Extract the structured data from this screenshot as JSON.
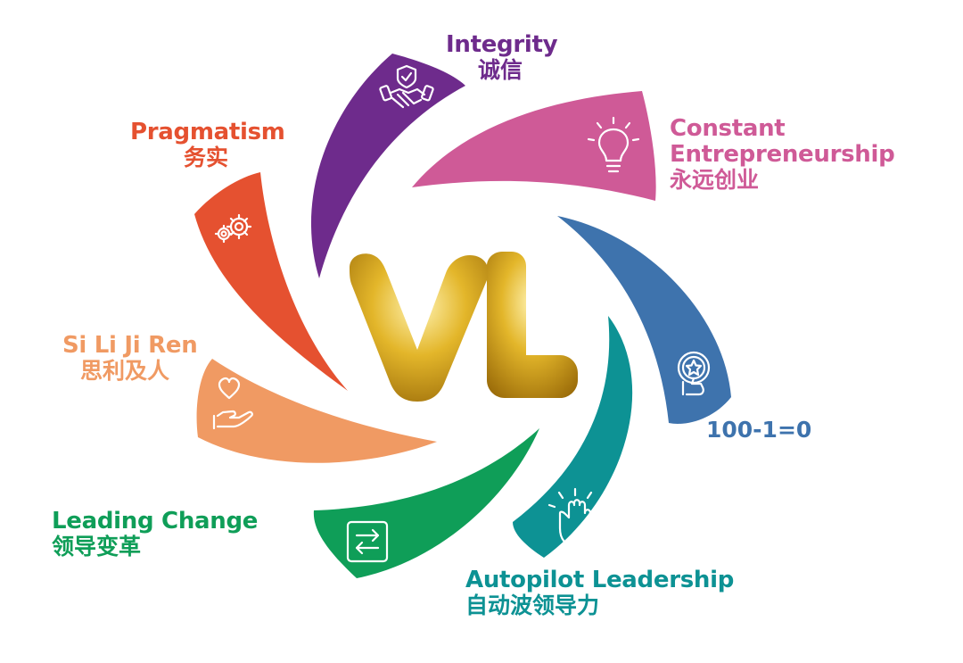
{
  "center": {
    "text": "VL",
    "colors": {
      "gold_light": "#fff0a8",
      "gold": "#d8aa1c",
      "gold_dark": "#9c6d0a"
    }
  },
  "petals": [
    {
      "id": "integrity",
      "en": "Integrity",
      "zh": "诚信",
      "color": "#6e2b8c",
      "icon": "handshake-shield-icon"
    },
    {
      "id": "constant-entrepreneurship",
      "en_line1": "Constant",
      "en_line2": "Entrepreneurship",
      "zh": "永远创业",
      "color": "#cf5a97",
      "icon": "lightbulb-icon"
    },
    {
      "id": "hundred",
      "text": "100-1=0",
      "color": "#3e73ad",
      "icon": "star-badge-thumbs-up-icon"
    },
    {
      "id": "autopilot-leadership",
      "en": "Autopilot Leadership",
      "zh": "自动波领导力",
      "color": "#0d9294",
      "icon": "raised-fist-icon"
    },
    {
      "id": "leading-change",
      "en": "Leading Change",
      "zh": "领导变革",
      "color": "#0f9e58",
      "icon": "exchange-arrows-icon"
    },
    {
      "id": "si-li-ji-ren",
      "en": "Si Li Ji Ren",
      "zh": "思利及人",
      "color": "#f09a63",
      "icon": "heart-in-hand-icon"
    },
    {
      "id": "pragmatism",
      "en": "Pragmatism",
      "zh": "务实",
      "color": "#e55130",
      "icon": "gears-icon"
    }
  ]
}
